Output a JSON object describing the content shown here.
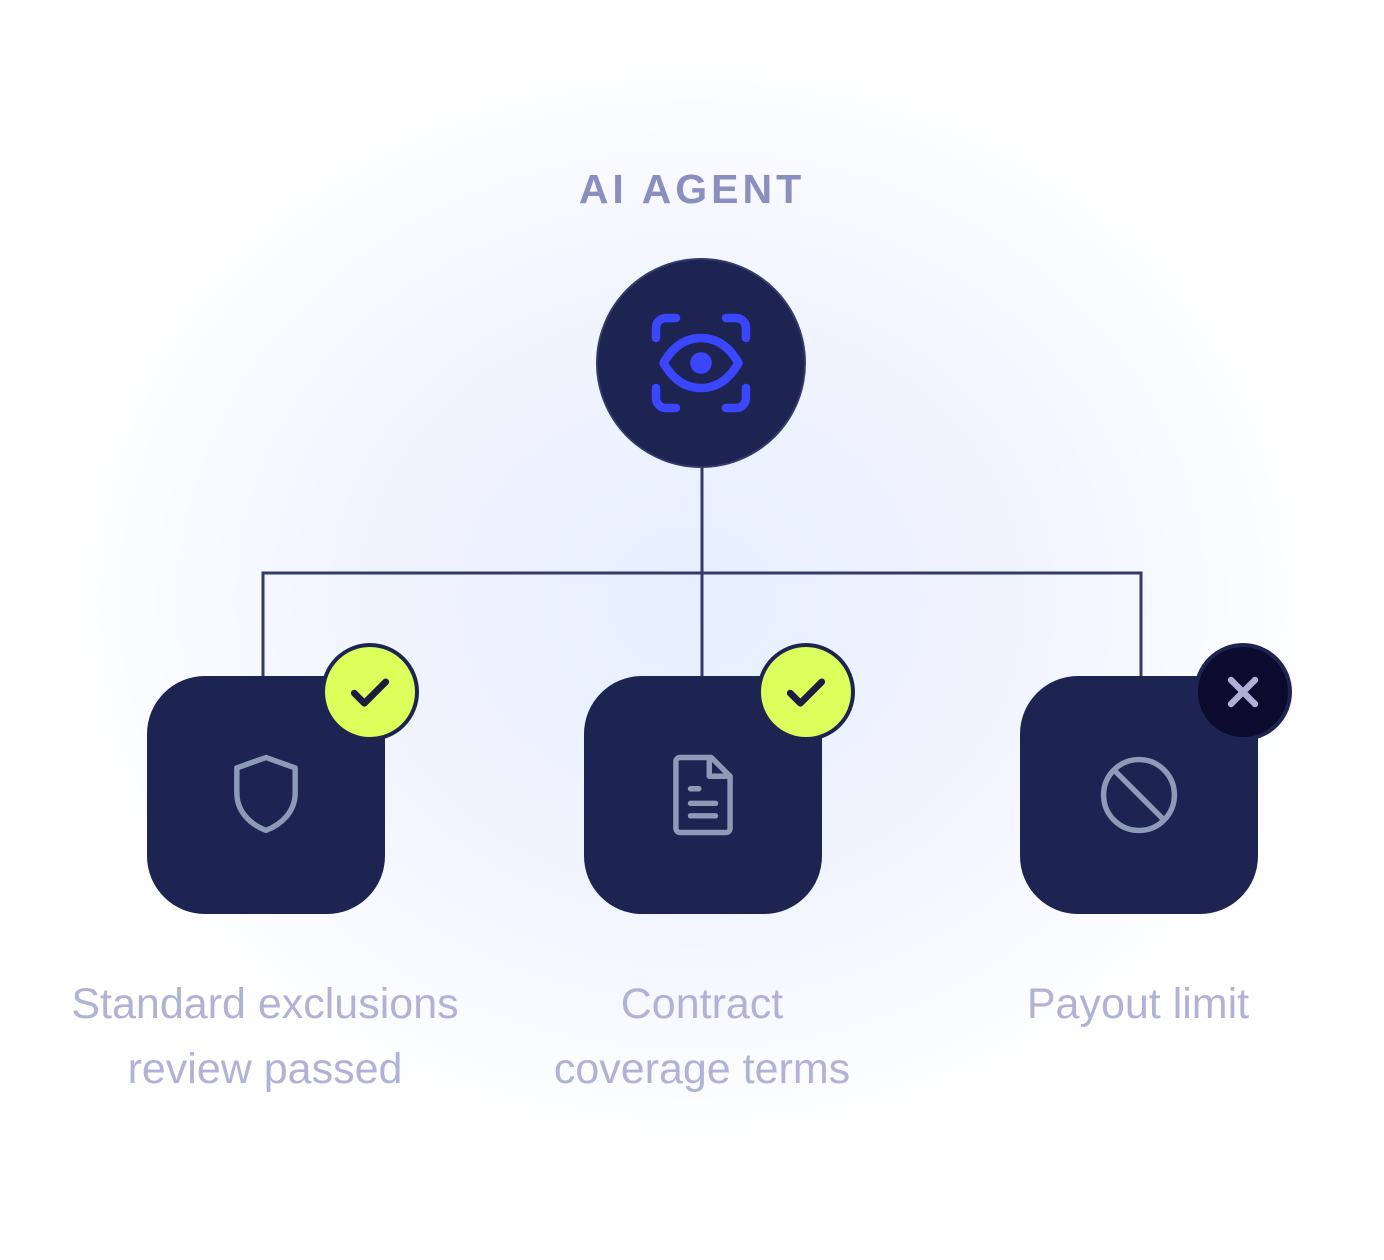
{
  "title": "AI AGENT",
  "agent": {
    "icon": "eye-scan-icon",
    "color": "#3a46ff"
  },
  "checks": [
    {
      "label_lines": [
        "Standard exclusions",
        "review passed"
      ],
      "icon": "shield-icon",
      "status": "passed"
    },
    {
      "label_lines": [
        "Contract",
        "coverage terms"
      ],
      "icon": "document-icon",
      "status": "passed"
    },
    {
      "label_lines": [
        "Payout limit"
      ],
      "icon": "ban-icon",
      "status": "failed"
    }
  ],
  "colors": {
    "card": "#1e2452",
    "pass": "#dcff5c",
    "fail": "#0b0b2e",
    "label": "#b0b3d6"
  }
}
